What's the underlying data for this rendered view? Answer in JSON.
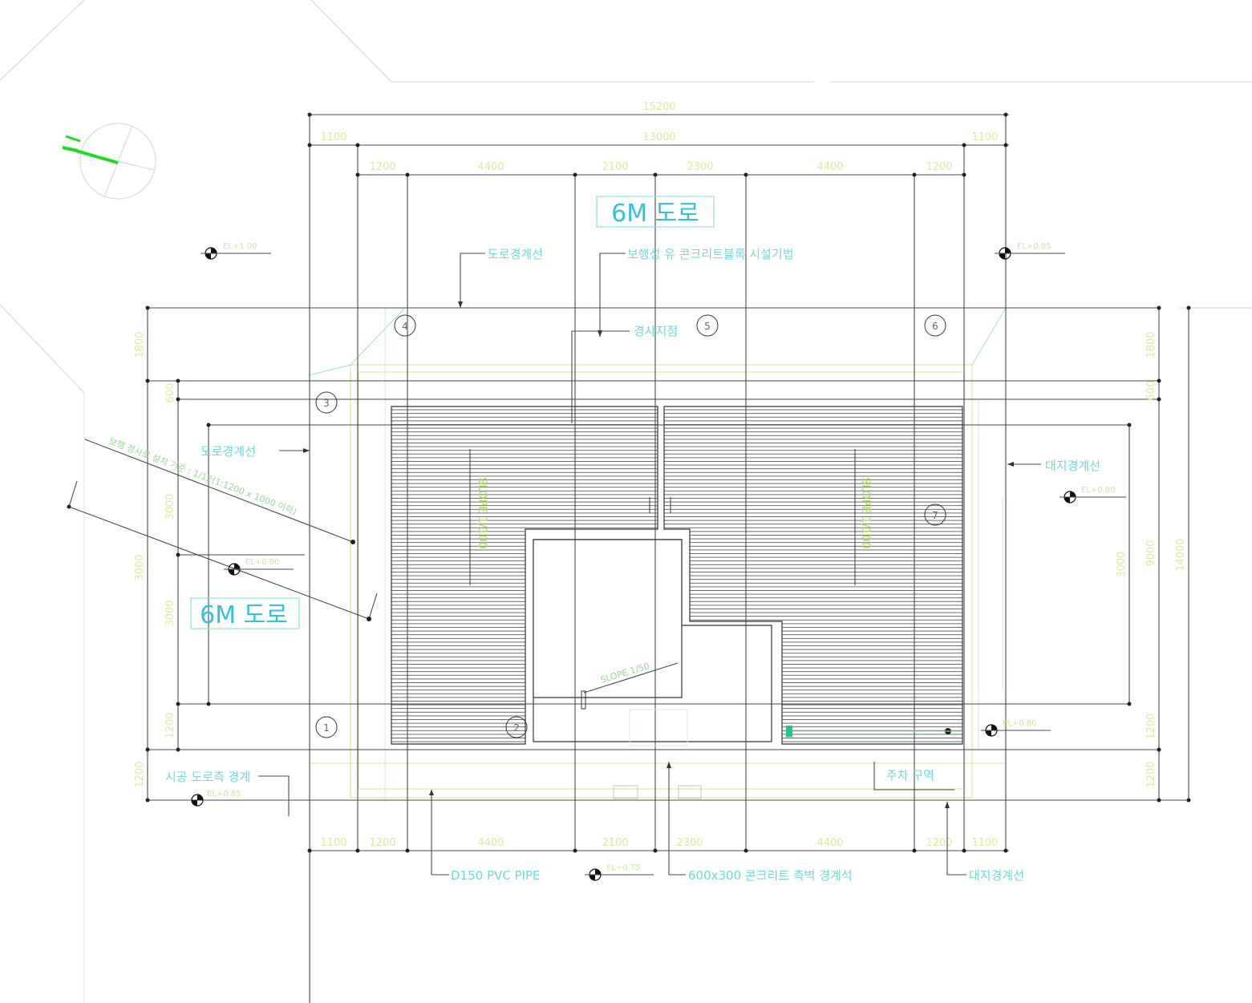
{
  "road_labels": {
    "top": "6M 도로",
    "left": "6M 도로"
  },
  "dims": {
    "top_total": "15200",
    "top_mid": {
      "left": "1100",
      "center": "13000",
      "right": "1100"
    },
    "top_row": [
      "1200",
      "4400",
      "2100",
      "2300",
      "4400",
      "1200"
    ],
    "bottom_row": [
      "1100",
      "1200",
      "4400",
      "2100",
      "2300",
      "4400",
      "1200",
      "1100"
    ],
    "left_col": [
      "1800",
      "600",
      "3000",
      "3000",
      "3000",
      "1200",
      "1200"
    ],
    "right_col": [
      "1800",
      "600",
      "3000",
      "9000",
      "14000",
      "1200",
      "1200"
    ]
  },
  "annotations": {
    "road_boundary_top": "도로경계선",
    "concrete_precast": "보행성 유 콘크리트블록 시설기법",
    "boundary_post": "경사지점",
    "road_boundary_left": "도로경계선",
    "site_boundary_right": "대지경계선",
    "site_boundary_bottom": "대지경계선",
    "drain_pipe": "D150 PVC PIPE",
    "concrete_gutter": "600x300 콘크리트 측벽 경계석",
    "parking": "주차 구역",
    "left_bottom": "시공 도로측 경계",
    "diag_note": "보행 경사로 설치 기준 : 1/12(1:1200 x 1000 이하)"
  },
  "slopes": {
    "left": "SLOPE 1/100",
    "right": "SLOPE 1/100",
    "center": "SLOPE 1/50"
  },
  "levels": {
    "top_left": "EL+1.00",
    "top_right": "EL+0.85",
    "right_mid": "EL+0.80",
    "left_mid": "EL+0.90",
    "right_bottom": "EL+0.80",
    "left_bottom": "EL+0.85",
    "bottom_mid": "EL+0.75"
  },
  "grid_markers": [
    "4",
    "5",
    "6",
    "3",
    "7",
    "1",
    "2"
  ],
  "colors": {
    "line": "#4a4a4a",
    "cyan_text": "#6fdada",
    "road_text": "#2fc4d8",
    "dimension_text": "#e4e79a",
    "slope_text": "#a8e050",
    "north_arrow": "#1ddc1d"
  },
  "icons": {
    "north": "north-arrow-icon",
    "level": "level-marker-icon",
    "grid": "grid-bubble-icon"
  }
}
